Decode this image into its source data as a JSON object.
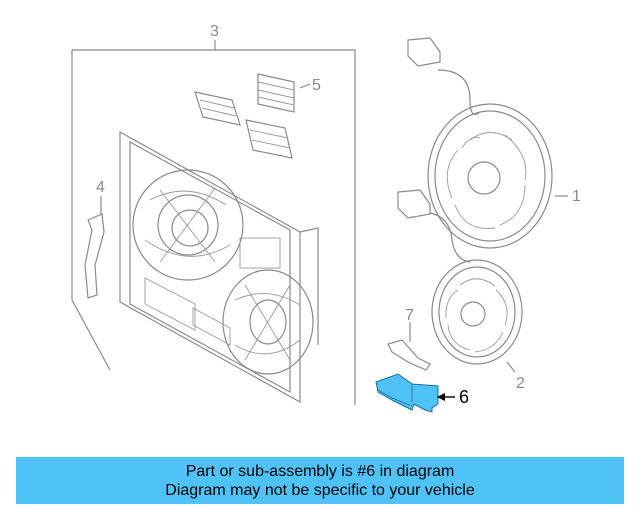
{
  "diagram": {
    "labels": [
      {
        "id": "label-3",
        "text": "3"
      },
      {
        "id": "label-5",
        "text": "5"
      },
      {
        "id": "label-4",
        "text": "4"
      },
      {
        "id": "label-1",
        "text": "1"
      },
      {
        "id": "label-2",
        "text": "2"
      },
      {
        "id": "label-7",
        "text": "7"
      },
      {
        "id": "label-6",
        "text": "6"
      }
    ],
    "highlight_part": "6",
    "highlight_color": "#4fc3f7"
  },
  "banner": {
    "line1": "Part or sub-assembly is #6 in diagram",
    "line2": "Diagram may not be specific to your vehicle"
  }
}
